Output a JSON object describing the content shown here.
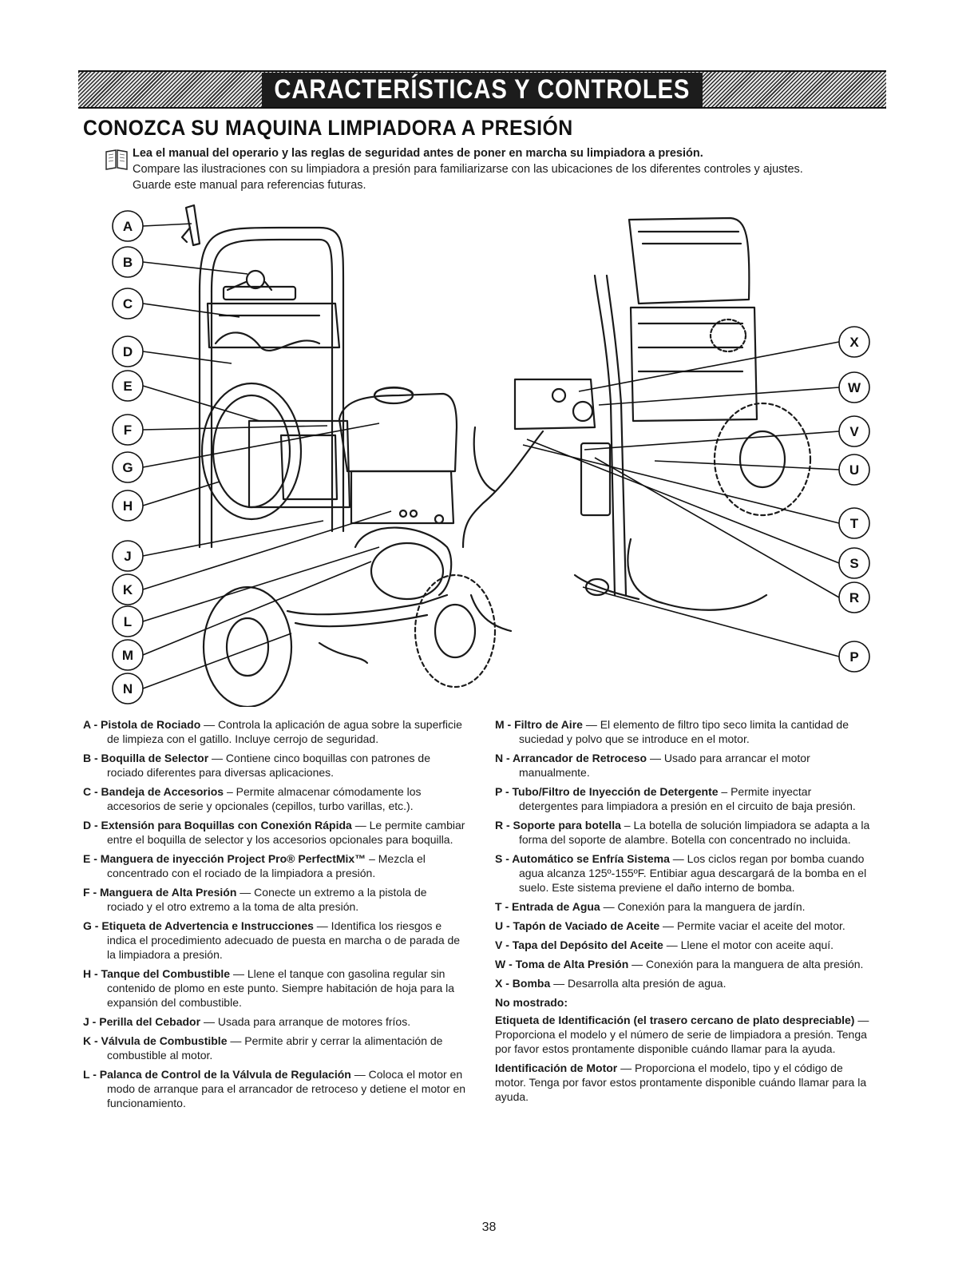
{
  "banner": {
    "title": "CARACTERÍSTICAS Y CONTROLES"
  },
  "heading": "CONOZCA SU MAQUINA LIMPIADORA A PRESIÓN",
  "intro": {
    "line1": "Lea el manual del operario y las reglas de seguridad antes de poner en marcha su limpiadora a presión.",
    "line2": "Compare las ilustraciones con su limpiadora a presión para familiarizarse con las ubicaciones de los diferentes controles y ajustes.",
    "line3": "Guarde este manual para referencias futuras."
  },
  "callouts_left": [
    "A",
    "B",
    "C",
    "D",
    "E",
    "F",
    "G",
    "H",
    "J",
    "K",
    "L",
    "M",
    "N"
  ],
  "callouts_right": [
    "X",
    "W",
    "V",
    "U",
    "T",
    "S",
    "R",
    "P"
  ],
  "items_left": [
    {
      "key": "A - Pistola de Rociado",
      "text": " — Controla la aplicación de agua sobre la superficie de limpieza con el gatillo. Incluye cerrojo de seguridad."
    },
    {
      "key": "B - Boquilla de Selector",
      "text": " — Contiene cinco boquillas con patrones de rociado diferentes para diversas aplicaciones."
    },
    {
      "key": "C - Bandeja de Accesorios",
      "text": " – Permite almacenar cómodamente los accesorios de serie y opcionales (cepillos, turbo varillas, etc.)."
    },
    {
      "key": "D - Extensión para Boquillas con Conexión Rápida",
      "text": " — Le permite cambiar entre el boquilla de selector y los accesorios opcionales para boquilla."
    },
    {
      "key": "E - Manguera de inyección Project Pro® PerfectMix™",
      "text": " – Mezcla el concentrado con el rociado de la limpiadora a presión."
    },
    {
      "key": "F - Manguera de Alta Presión",
      "text": " — Conecte un extremo a la pistola de rociado y el otro extremo a la toma de alta presión."
    },
    {
      "key": "G - Etiqueta de Advertencia e Instrucciones",
      "text": " — Identifica los riesgos e indica el procedimiento adecuado de puesta en marcha o de parada de la limpiadora a presión."
    },
    {
      "key": "H - Tanque del Combustible",
      "text": " — Llene el tanque con gasolina regular sin contenido de plomo en este punto. Siempre habitación de hoja para la expansión del combustible."
    },
    {
      "key": "J - Perilla del Cebador",
      "text": " — Usada para arranque de motores fríos."
    },
    {
      "key": "K - Válvula de Combustible",
      "text": " — Permite abrir y cerrar la alimentación de combustible al motor."
    },
    {
      "key": "L - Palanca de Control de la Válvula de Regulación",
      "text": " — Coloca el motor en modo de arranque para el arrancador de retroceso y detiene el motor en funcionamiento."
    }
  ],
  "items_right": [
    {
      "key": "M - Filtro de Aire",
      "text": " — El elemento de filtro tipo seco limita la cantidad de suciedad y polvo que se introduce en el motor."
    },
    {
      "key": "N - Arrancador de Retroceso",
      "text": " — Usado para arrancar el motor manualmente."
    },
    {
      "key": "P - Tubo/Filtro de Inyección de Detergente",
      "text": " – Permite inyectar detergentes para limpiadora a presión en el circuito de baja presión."
    },
    {
      "key": "R - Soporte para botella",
      "text": " – La botella de solución limpiadora se adapta a la forma del soporte de alambre. Botella con concentrado no incluida."
    },
    {
      "key": "S - Automático se Enfría Sistema",
      "text": " — Los ciclos regan por bomba cuando agua alcanza 125º-155ºF. Entibiar agua descargará de la bomba en el suelo. Este sistema previene el daño interno de bomba."
    },
    {
      "key": "T - Entrada de Agua",
      "text": " — Conexión para la manguera de jardín."
    },
    {
      "key": "U - Tapón de Vaciado de Aceite",
      "text": " — Permite vaciar el aceite del motor."
    },
    {
      "key": "V - Tapa del Depósito del Aceite",
      "text": " — Llene el motor con aceite aquí."
    },
    {
      "key": "W - Toma de Alta Presión",
      "text": " — Conexión para la manguera de alta presión."
    },
    {
      "key": "X - Bomba",
      "text": " — Desarrolla alta presión de agua."
    }
  ],
  "not_shown": {
    "label": "No mostrado:",
    "id_label_key": "Etiqueta de Identificación (el trasero cercano de plato despreciable)",
    "id_label_text": " — Proporciona el modelo y el número de serie de limpiadora a presión. Tenga por favor estos prontamente disponible cuándo llamar para la ayuda.",
    "engine_key": "Identificación de Motor",
    "engine_text": " — Proporciona el modelo, tipo y el código de motor. Tenga por favor estos prontamente disponible cuándo llamar para la ayuda."
  },
  "page_number": "38"
}
